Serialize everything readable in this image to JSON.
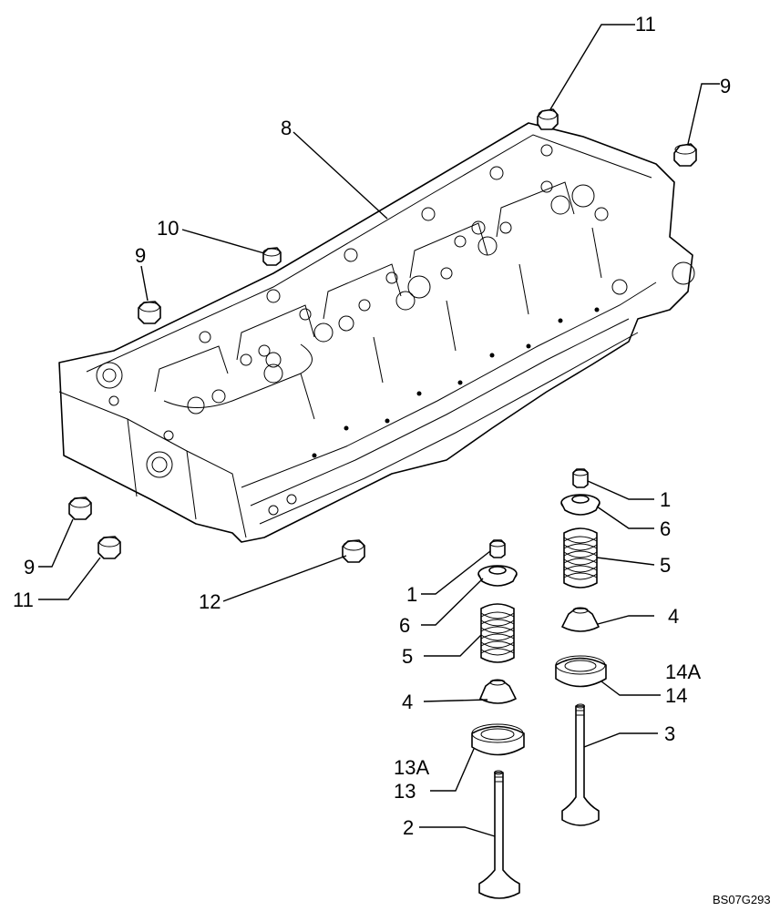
{
  "labels": {
    "l1_right": "1",
    "l6_right": "6",
    "l5_right": "5",
    "l4_right": "4",
    "l14a": "14A",
    "l14": "14",
    "l3": "3",
    "l1_left": "1",
    "l6_left": "6",
    "l5_left": "5",
    "l4_left": "4",
    "l13a": "13A",
    "l13": "13",
    "l2": "2",
    "l8": "8",
    "l9_top": "9",
    "l9_left": "9",
    "l9_bottom": "9",
    "l10": "10",
    "l11_top": "11",
    "l11_bottom": "11",
    "l12": "12"
  },
  "drawing_ref": "BS07G293"
}
